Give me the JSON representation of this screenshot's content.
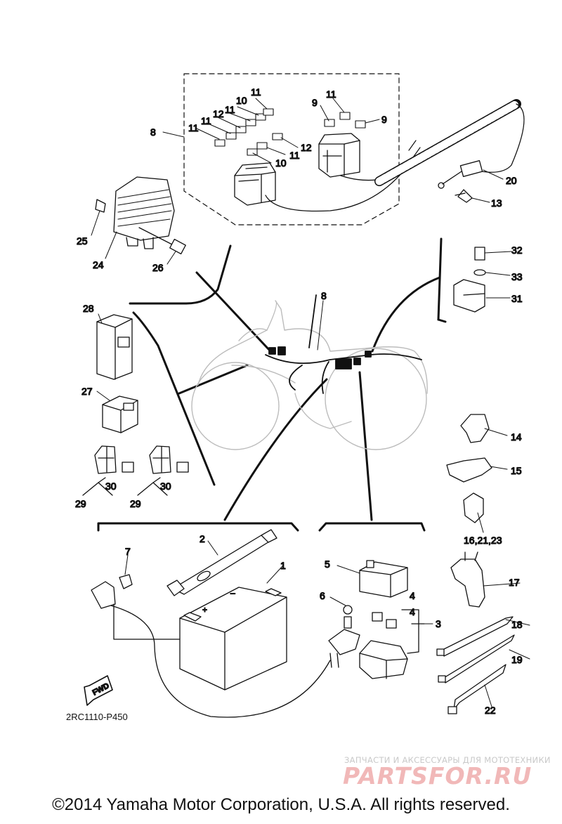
{
  "callouts": {
    "c1": "1",
    "c2": "2",
    "c3": "3",
    "c4a": "4",
    "c4b": "4",
    "c5": "5",
    "c6": "6",
    "c7": "7",
    "c8a": "8",
    "c8b": "8",
    "c9a": "9",
    "c9b": "9",
    "c10a": "10",
    "c10b": "10",
    "c11a": "11",
    "c11b": "11",
    "c11c": "11",
    "c11d": "11",
    "c11e": "11",
    "c11f": "11",
    "c12a": "12",
    "c12b": "12",
    "c13": "13",
    "c14": "14",
    "c15": "15",
    "c16": "16,21,23",
    "c17": "17",
    "c18": "18",
    "c19": "19",
    "c20": "20",
    "c22": "22",
    "c24": "24",
    "c25": "25",
    "c26": "26",
    "c27": "27",
    "c28": "28",
    "c29a": "29",
    "c29b": "29",
    "c30a": "30",
    "c30b": "30",
    "c31": "31",
    "c32": "32",
    "c33": "33"
  },
  "fwd_label": "FWD",
  "diagram_code": "2RC1110-P450",
  "watermark": {
    "tagline": "ЗАПЧАСТИ И АКСЕССУАРЫ ДЛЯ МОТОТЕХНИКИ",
    "brand": "PARTSFOR.RU"
  },
  "copyright": "©2014 Yamaha Motor Corporation, U.S.A. All rights reserved."
}
